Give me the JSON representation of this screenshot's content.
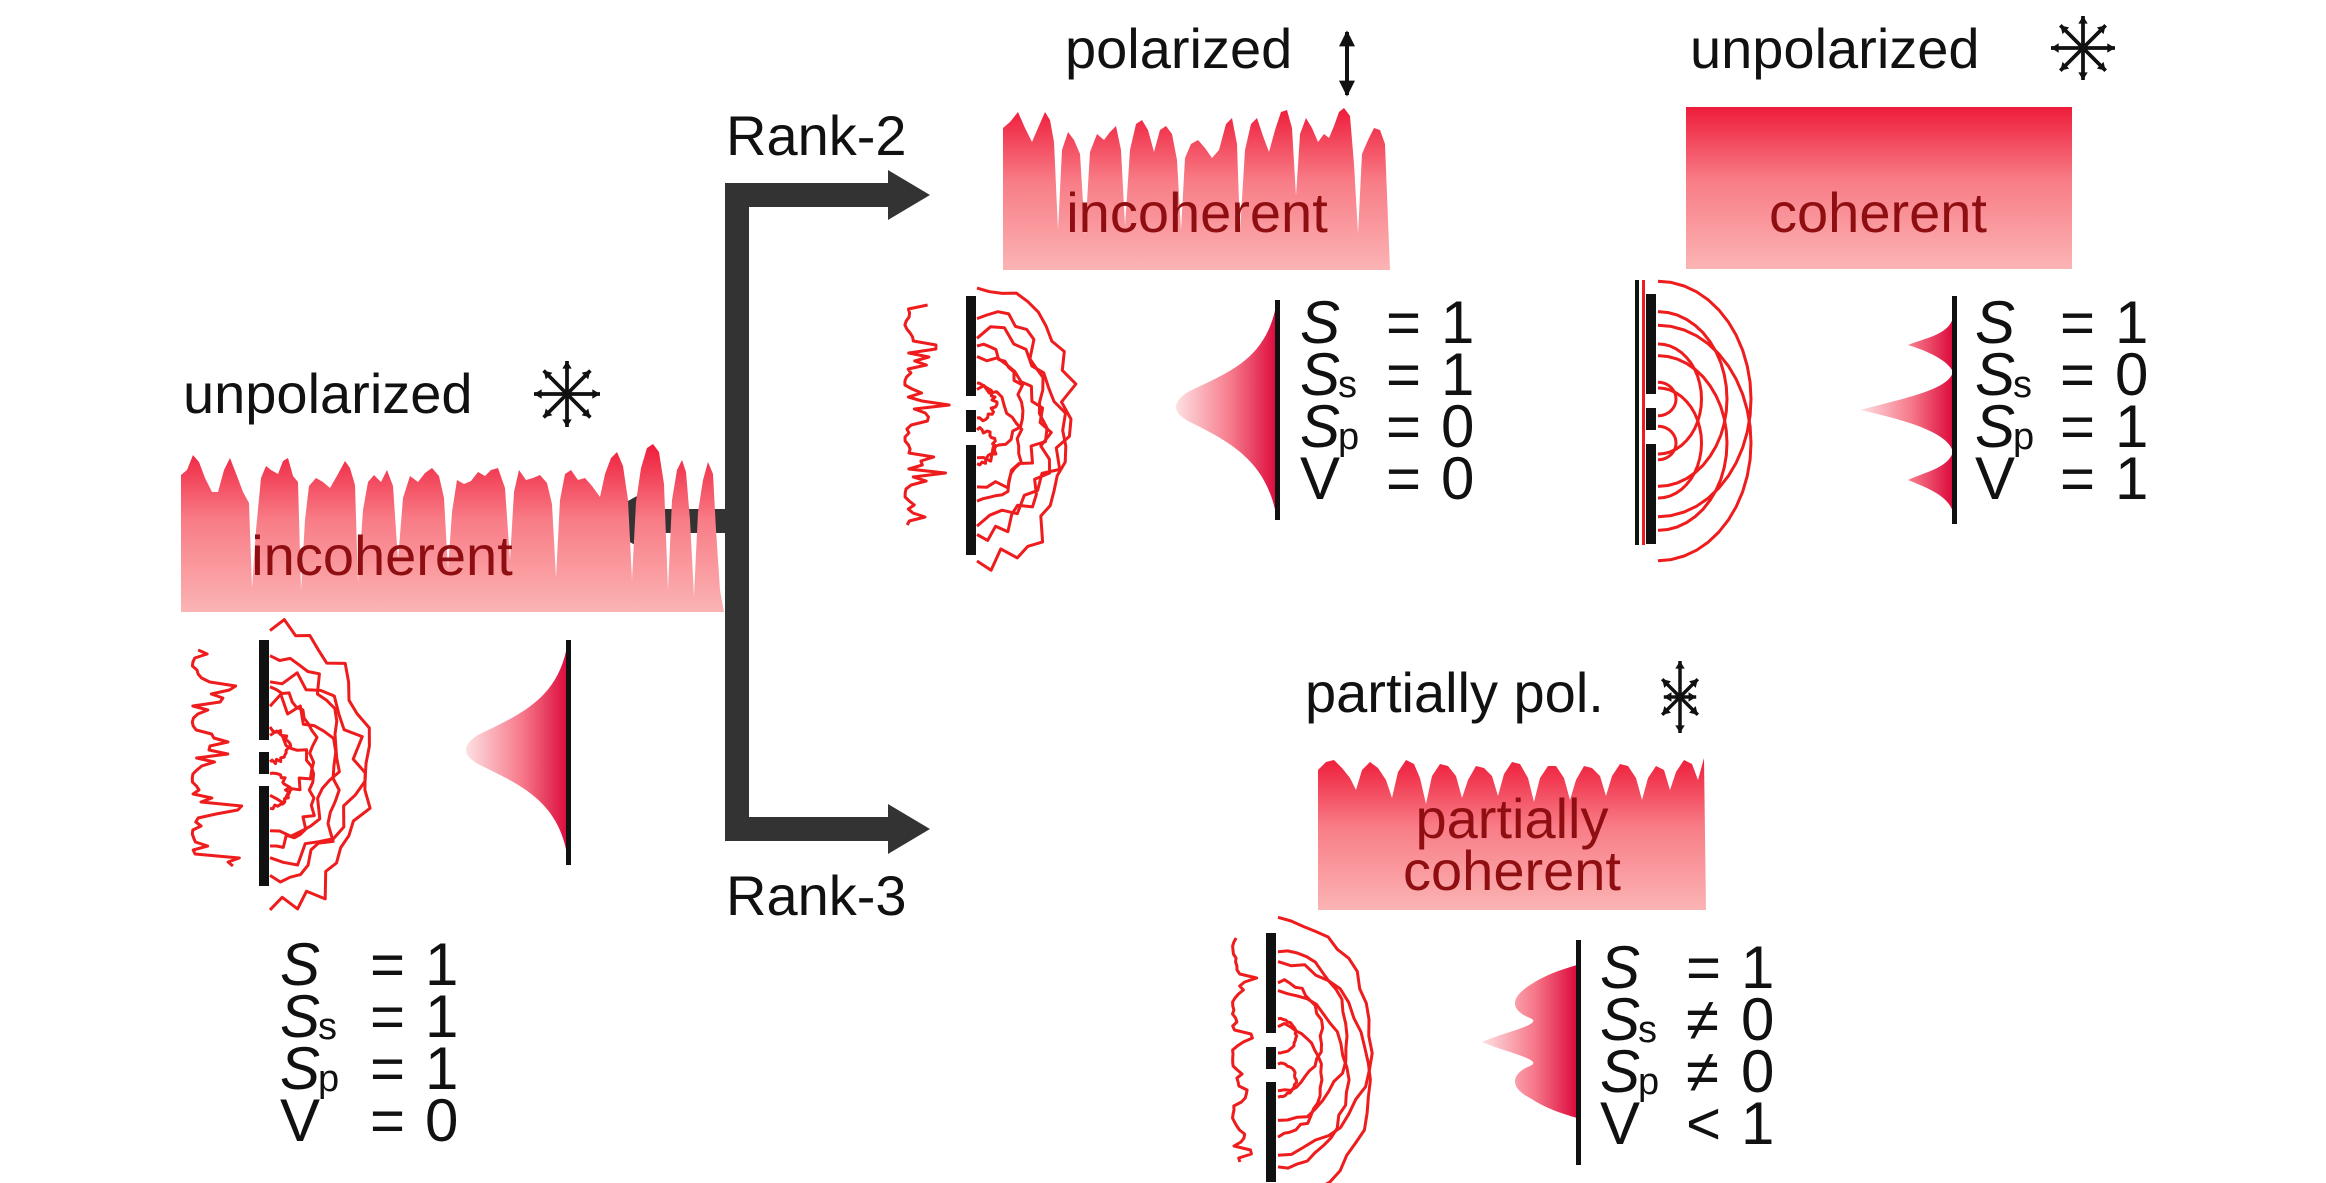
{
  "colors": {
    "wave": "#ee1c1c",
    "fill_top": "#ee1c3a",
    "fill_bottom": "#fbb4b4",
    "text_dark_red": "#8e0e12",
    "arrow": "#333333",
    "ink": "#111111"
  },
  "branches": {
    "rank2": "Rank-2",
    "rank3": "Rank-3"
  },
  "source": {
    "polarization": "unpolarized",
    "polarization_icon": "unpolarized-star-icon",
    "coherence": "incoherent",
    "params": [
      {
        "sym": "S",
        "sub": "",
        "rel": "=",
        "val": "1"
      },
      {
        "sym": "S",
        "sub": "s",
        "rel": "=",
        "val": "1"
      },
      {
        "sym": "S",
        "sub": "p",
        "rel": "=",
        "val": "1"
      },
      {
        "sym": "V",
        "sub": "",
        "rel": "=",
        "val": "0"
      }
    ]
  },
  "rank2_polarized": {
    "polarization": "polarized",
    "polarization_icon": "double-arrow-vertical-icon",
    "coherence": "incoherent",
    "params": [
      {
        "sym": "S",
        "sub": "",
        "rel": "=",
        "val": "1"
      },
      {
        "sym": "S",
        "sub": "s",
        "rel": "=",
        "val": "1"
      },
      {
        "sym": "S",
        "sub": "p",
        "rel": "=",
        "val": "0"
      },
      {
        "sym": "V",
        "sub": "",
        "rel": "=",
        "val": "0"
      }
    ]
  },
  "rank2_unpolarized": {
    "polarization": "unpolarized",
    "polarization_icon": "unpolarized-star-icon",
    "coherence": "coherent",
    "params": [
      {
        "sym": "S",
        "sub": "",
        "rel": "=",
        "val": "1"
      },
      {
        "sym": "S",
        "sub": "s",
        "rel": "=",
        "val": "0"
      },
      {
        "sym": "S",
        "sub": "p",
        "rel": "=",
        "val": "1"
      },
      {
        "sym": "V",
        "sub": "",
        "rel": "=",
        "val": "1"
      }
    ]
  },
  "rank3_partial": {
    "polarization": "partially pol.",
    "polarization_icon": "partial-polarization-star-icon",
    "coherence_line1": "partially",
    "coherence_line2": "coherent",
    "params": [
      {
        "sym": "S",
        "sub": "",
        "rel": "=",
        "val": "1"
      },
      {
        "sym": "S",
        "sub": "s",
        "rel": "≠",
        "val": "0"
      },
      {
        "sym": "S",
        "sub": "p",
        "rel": "≠",
        "val": "0"
      },
      {
        "sym": "V",
        "sub": "",
        "rel": "<",
        "val": "1"
      }
    ]
  }
}
